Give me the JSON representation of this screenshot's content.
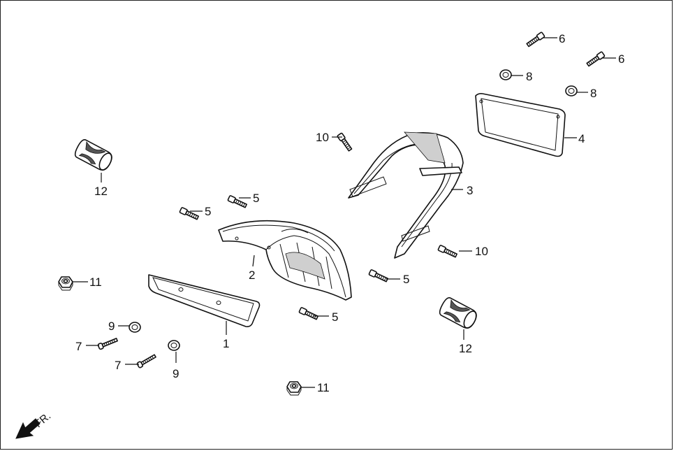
{
  "direction_label": "FR.",
  "callouts": [
    {
      "id": "c1",
      "text": "1"
    },
    {
      "id": "c2",
      "text": "2"
    },
    {
      "id": "c3",
      "text": "3"
    },
    {
      "id": "c4",
      "text": "4"
    },
    {
      "id": "c5a",
      "text": "5"
    },
    {
      "id": "c5b",
      "text": "5"
    },
    {
      "id": "c5c",
      "text": "5"
    },
    {
      "id": "c5d",
      "text": "5"
    },
    {
      "id": "c6a",
      "text": "6"
    },
    {
      "id": "c6b",
      "text": "6"
    },
    {
      "id": "c7a",
      "text": "7"
    },
    {
      "id": "c7b",
      "text": "7"
    },
    {
      "id": "c8a",
      "text": "8"
    },
    {
      "id": "c8b",
      "text": "8"
    },
    {
      "id": "c9a",
      "text": "9"
    },
    {
      "id": "c9b",
      "text": "9"
    },
    {
      "id": "c10a",
      "text": "10"
    },
    {
      "id": "c10b",
      "text": "10"
    },
    {
      "id": "c11a",
      "text": "11"
    },
    {
      "id": "c11b",
      "text": "11"
    },
    {
      "id": "c12a",
      "text": "12"
    },
    {
      "id": "c12b",
      "text": "12"
    }
  ]
}
